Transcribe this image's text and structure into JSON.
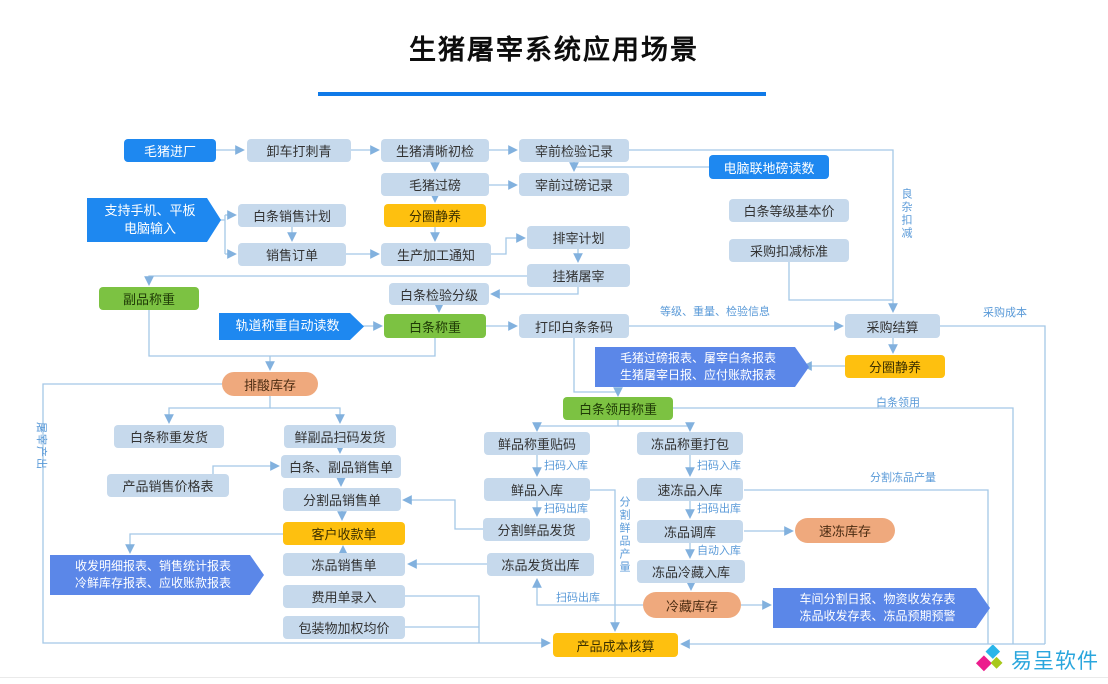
{
  "title": "生猪屠宰系统应用场景",
  "nodes": {
    "pig_entry": "毛猪进厂",
    "unload_tattoo": "卸车打刺青",
    "pig_wash_inspect": "生猪清晰初检",
    "pre_inspect_record": "宰前检验记录",
    "pig_weigh": "毛猪过磅",
    "pre_weigh_record": "宰前过磅记录",
    "computer_scale": "电脑联地磅读数",
    "carcass_sales_plan": "白条销售计划",
    "pen_rest_1": "分圈静养",
    "carcass_grade_price": "白条等级基本价",
    "sales_order": "销售订单",
    "production_notice": "生产加工通知",
    "slaughter_plan": "排宰计划",
    "purchase_deduction": "采购扣减标准",
    "hang_slaughter": "挂猪屠宰",
    "carcass_inspect_grade": "白条检验分级",
    "byproduct_weigh": "副品称重",
    "rail_weigh": "轨道称重自动读数",
    "carcass_weigh": "白条称重",
    "print_barcode": "打印白条条码",
    "purchase_settle": "采购结算",
    "pen_rest_2": "分圈静养",
    "acid_storage": "排酸库存",
    "carcass_ship": "白条称重发货",
    "fresh_byproduct_ship": "鲜副品扫码发货",
    "requisition_weigh": "白条领用称重",
    "price_table": "产品销售价格表",
    "carcass_byproduct_sales": "白条、副品销售单",
    "cut_sales": "分割品销售单",
    "customer_receipt": "客户收款单",
    "fresh_label": "鲜品称重贴码",
    "frozen_pack": "冻品称重打包",
    "fresh_in": "鲜品入库",
    "quickfrozen_in": "速冻品入库",
    "fresh_cut_ship": "分割鲜品发货",
    "frozen_transfer": "冻品调库",
    "quickfrozen_storage": "速冻库存",
    "frozen_cold_in": "冻品冷藏入库",
    "frozen_sales": "冻品销售单",
    "frozen_ship_out": "冻品发货出库",
    "expense_entry": "费用单录入",
    "cold_storage": "冷藏库存",
    "packaging_avg": "包装物加权均价",
    "product_cost": "产品成本核算"
  },
  "callouts": {
    "mobile_input": {
      "line1": "支持手机、平板",
      "line2": "电脑输入"
    },
    "slaughter_reports": {
      "line1": "毛猪过磅报表、屠宰白条报表",
      "line2": "生猪屠宰日报、应付账款报表"
    },
    "sales_reports": {
      "line1": "收发明细报表、销售统计报表",
      "line2": "冷鲜库存报表、应收账款报表"
    },
    "workshop_reports": {
      "line1": "车间分割日报、物资收发存表",
      "line2": "冻品收发存表、冻品预期预警"
    }
  },
  "edge_labels": {
    "grade_weight_info": "等级、重量、检验信息",
    "purchase_cost": "采购成本",
    "good_bad_deduction": "良杂扣减",
    "carcass_requisition": "白条领用",
    "frozen_cut_output": "分割冻品产量",
    "fresh_cut_output": "分割鲜品产量",
    "slaughter_output": "屠宰产出",
    "scan_in": "扫码入库",
    "scan_out": "扫码出库",
    "auto_in": "自动入库"
  },
  "logo": {
    "text": "易呈软件"
  },
  "colors": {
    "title_underline": "#0f7ae8",
    "bright_blue_node": "#1e88f0",
    "light_node": "#c6d9ec",
    "yellow_node": "#fec00f",
    "green_node": "#7cc242",
    "orange_pill": "#efa97d",
    "callout_blue": "#5b87e8",
    "connector_line": "#a5c8e6",
    "edge_label_text": "#5a9ad8",
    "logo_text": "#2aa6dd"
  }
}
